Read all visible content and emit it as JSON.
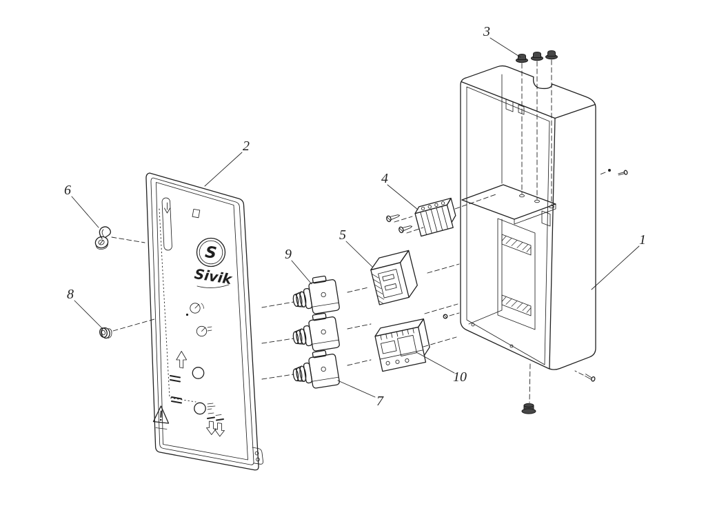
{
  "meta": {
    "background_color": "#ffffff",
    "ink_color": "#1f1f1f",
    "dark_part_color": "#474747"
  },
  "panel": {
    "brand": "Sivik",
    "logo_letter": "S"
  },
  "labels": {
    "p1": "1",
    "p2": "2",
    "p3": "3",
    "p4": "4",
    "p5": "5",
    "p6": "6",
    "p7": "7",
    "p8": "8",
    "p9": "9",
    "p10": "10"
  }
}
